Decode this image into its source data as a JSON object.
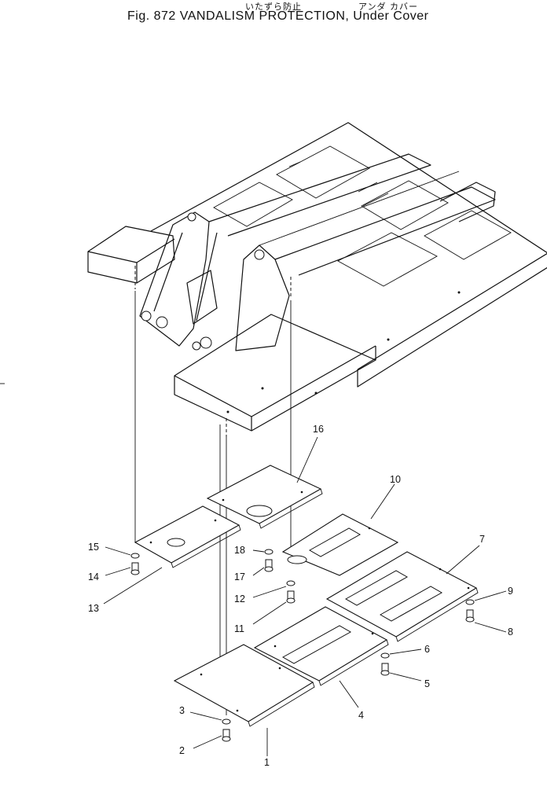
{
  "header": {
    "jp_left": "いたずら防止",
    "jp_right": "アンダ カバー",
    "title": "Fig. 872   VANDALISM PROTECTION, Under Cover"
  },
  "callouts": [
    "1",
    "2",
    "3",
    "4",
    "5",
    "6",
    "7",
    "8",
    "9",
    "10",
    "11",
    "12",
    "13",
    "14",
    "15",
    "16",
    "17",
    "18"
  ]
}
